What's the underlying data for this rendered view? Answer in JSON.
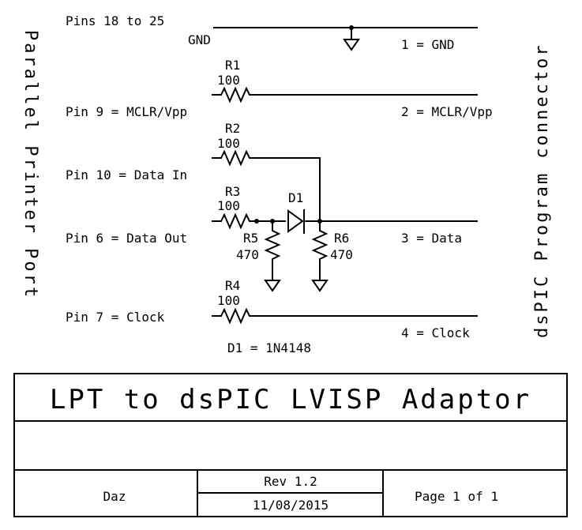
{
  "labels": {
    "pins_gnd": "Pins 18 to 25",
    "gnd": "GND",
    "conn_gnd": "1 = GND",
    "pin9": "Pin 9 = MCLR/Vpp",
    "conn_mclr": "2 = MCLR/Vpp",
    "pin10": "Pin 10 = Data In",
    "pin6": "Pin 6 = Data Out",
    "conn_data": "3 = Data",
    "pin7": "Pin 7 = Clock",
    "conn_clock": "4 = Clock",
    "diode_note": "D1 = 1N4148",
    "left_side": "Parallel Printer Port",
    "right_side": "dsPIC Program connector"
  },
  "components": {
    "r1": {
      "ref": "R1",
      "value": "100"
    },
    "r2": {
      "ref": "R2",
      "value": "100"
    },
    "r3": {
      "ref": "R3",
      "value": "100"
    },
    "r4": {
      "ref": "R4",
      "value": "100"
    },
    "r5": {
      "ref": "R5",
      "value": "470"
    },
    "r6": {
      "ref": "R6",
      "value": "470"
    },
    "d1": {
      "ref": "D1"
    }
  },
  "title_block": {
    "title": "LPT to dsPIC LVISP Adaptor",
    "author": "Daz",
    "revision": "Rev 1.2",
    "date": "11/08/2015",
    "page": "Page 1 of 1"
  }
}
